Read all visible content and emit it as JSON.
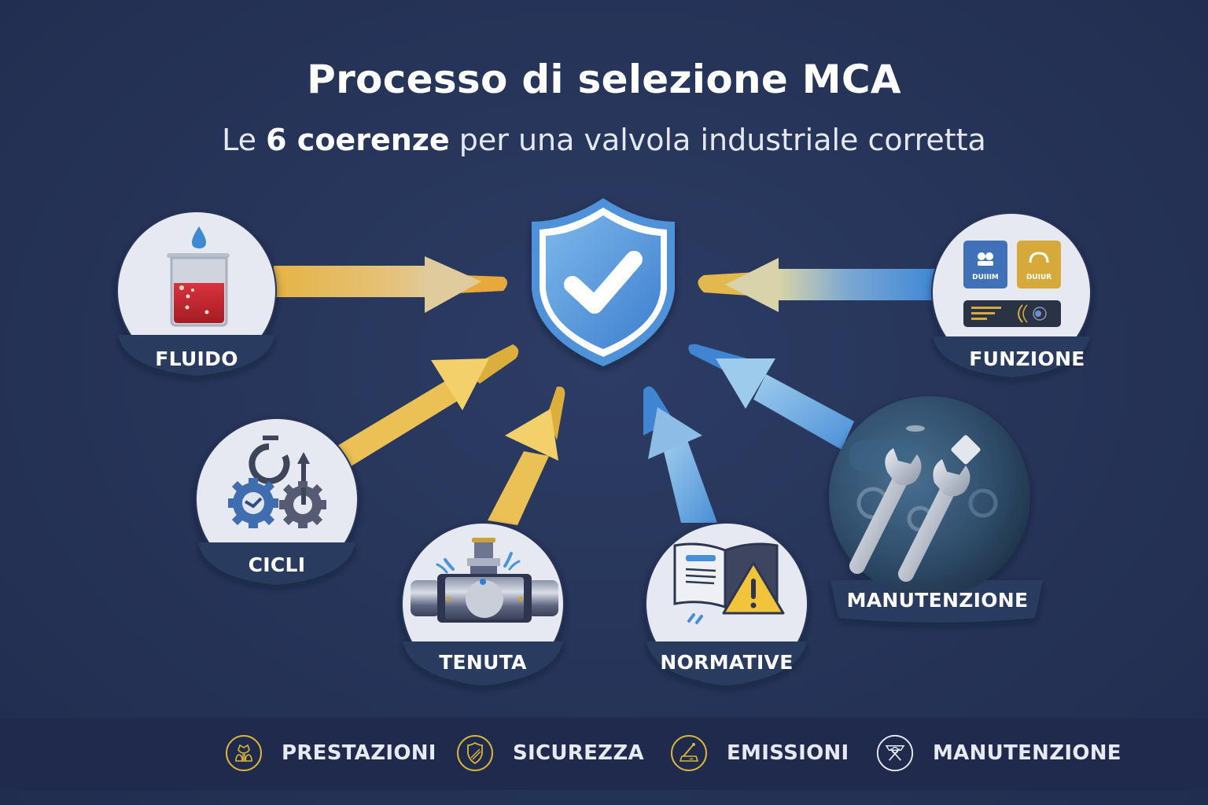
{
  "header": {
    "title": "Processo di selezione MCA",
    "subtitle_pre": "Le ",
    "subtitle_bold": "6 coerenze",
    "subtitle_post": " per una valvola industriale corretta"
  },
  "center": {
    "icon": "shield-check-icon",
    "color": "#4a8fd8"
  },
  "nodes": [
    {
      "id": "fluido",
      "label": "FLUIDO",
      "icon": "beaker-drop-icon",
      "arrow_color": "#e8b84a"
    },
    {
      "id": "cicli",
      "label": "CICLI",
      "icon": "gears-cycle-icon",
      "arrow_color": "#efc350"
    },
    {
      "id": "tenuta",
      "label": "TENUTA",
      "icon": "valve-leak-icon",
      "arrow_color": "#efc350"
    },
    {
      "id": "normative",
      "label": "NORMATIVE",
      "icon": "book-warning-icon",
      "arrow_color": "#5a9be0"
    },
    {
      "id": "manutenzione",
      "label": "MANUTENZIONE",
      "icon": "wrenches-icon",
      "arrow_color": "#5a9be0"
    },
    {
      "id": "funzione",
      "label": "FUNZIONE",
      "icon": "function-panel-icon",
      "arrow_color": "#4a8fd8"
    }
  ],
  "funzione_panel": {
    "tile1_text": "DUIIIM",
    "tile2_text": "DUIUR"
  },
  "footer": {
    "items": [
      {
        "label": "PRESTAZIONI",
        "icon": "performance-icon",
        "ring_color": "#d9b53a"
      },
      {
        "label": "SICUREZZA",
        "icon": "shield-icon",
        "ring_color": "#d9b53a"
      },
      {
        "label": "EMISSIONI",
        "icon": "emissions-icon",
        "ring_color": "#d9b53a"
      },
      {
        "label": "MANUTENZIONE",
        "icon": "maintenance-icon",
        "ring_color": "#e6eaf3"
      }
    ]
  },
  "colors": {
    "background": "#263357",
    "band": "#1f2a4c",
    "gold": "#efc350",
    "blue": "#4a8fd8",
    "node_bg": "#e6e9f1"
  }
}
